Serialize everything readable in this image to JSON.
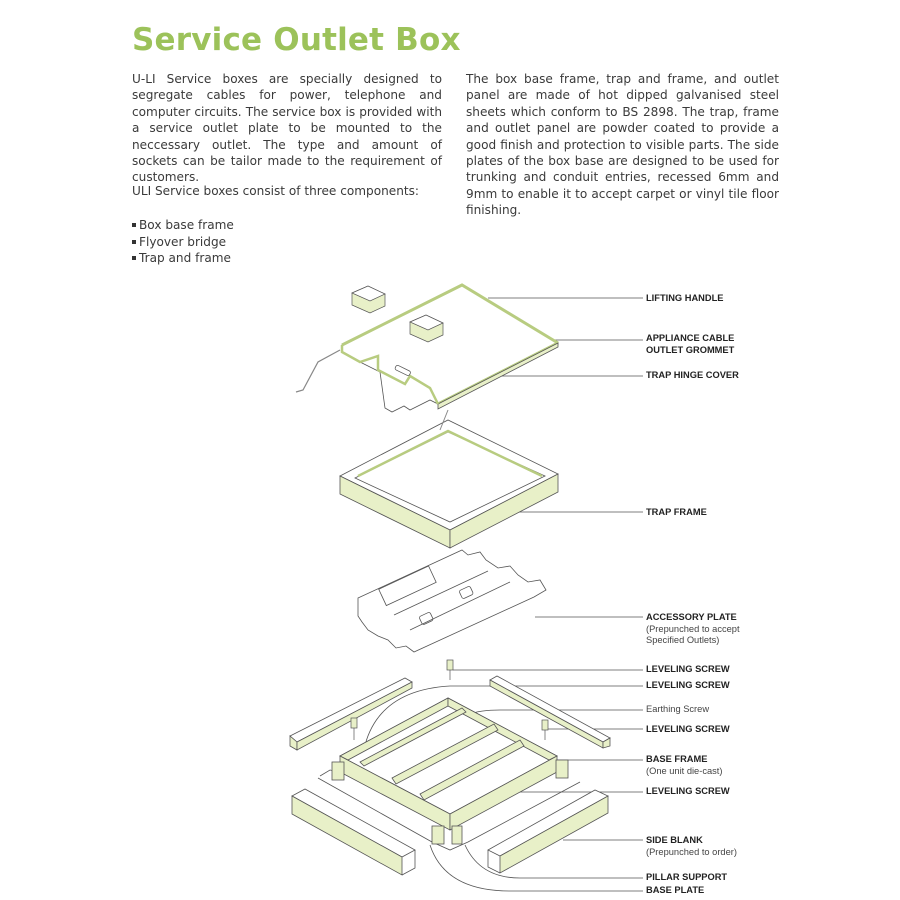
{
  "title": "Service Outlet Box",
  "intro_left": "U-LI Service boxes are specially designed to segregate cables for power, telephone and computer circuits. The service box is provided with a service outlet plate to be mounted to the neccessary outlet. The type and amount of sockets can be tailor made to the requirement of customers.",
  "intro_right": "The box base frame, trap and frame, and outlet panel are made of hot dipped galvanised steel sheets which conform to BS 2898. The trap, frame and outlet panel are powder coated to provide a good finish and protection to visible parts. The side plates of the box base are designed to be used for trunking and conduit entries, recessed 6mm and 9mm to enable it to accept carpet or vinyl tile floor finishing.",
  "components_heading": "ULI Service boxes consist of three components:",
  "components": [
    "Box base frame",
    "Flyover bridge",
    "Trap and frame"
  ],
  "diagram": {
    "accent_fill": "#e8f0c8",
    "accent_stroke": "#b8cc80",
    "labels": [
      {
        "title": "LIFTING HANDLE",
        "note": ""
      },
      {
        "title": "APPLIANCE CABLE",
        "title2": "OUTLET GROMMET",
        "note": ""
      },
      {
        "title": "TRAP HINGE COVER",
        "note": ""
      },
      {
        "title": "TRAP FRAME",
        "note": ""
      },
      {
        "title": "ACCESSORY PLATE",
        "note": "(Prepunched to accept",
        "note2": "Specified Outlets)"
      },
      {
        "title": "LEVELING SCREW",
        "note": ""
      },
      {
        "title": "LEVELING SCREW",
        "note": ""
      },
      {
        "title": "",
        "note": "Earthing Screw"
      },
      {
        "title": "LEVELING SCREW",
        "note": ""
      },
      {
        "title": "BASE FRAME",
        "note": "(One unit die-cast)"
      },
      {
        "title": "LEVELING SCREW",
        "note": ""
      },
      {
        "title": "SIDE BLANK",
        "note": "(Prepunched to order)"
      },
      {
        "title": "PILLAR SUPPORT",
        "note": ""
      },
      {
        "title": "BASE PLATE",
        "note": ""
      }
    ]
  }
}
